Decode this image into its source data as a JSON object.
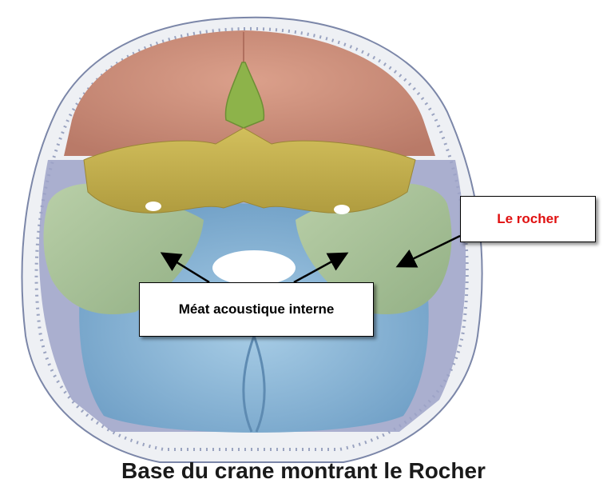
{
  "labels": {
    "petrous": "Le rocher",
    "meatus": "Méat acoustique interne"
  },
  "caption": "Base du crane montrant le Rocher",
  "colors": {
    "petrous_label": "#e01010",
    "frontal": "#cf8f7a",
    "ethmoid": "#8db34a",
    "sphenoid": "#c9b450",
    "temporal": "#a9c29a",
    "occipital": "#8fb8d8",
    "parietal": "#9da3c8"
  }
}
